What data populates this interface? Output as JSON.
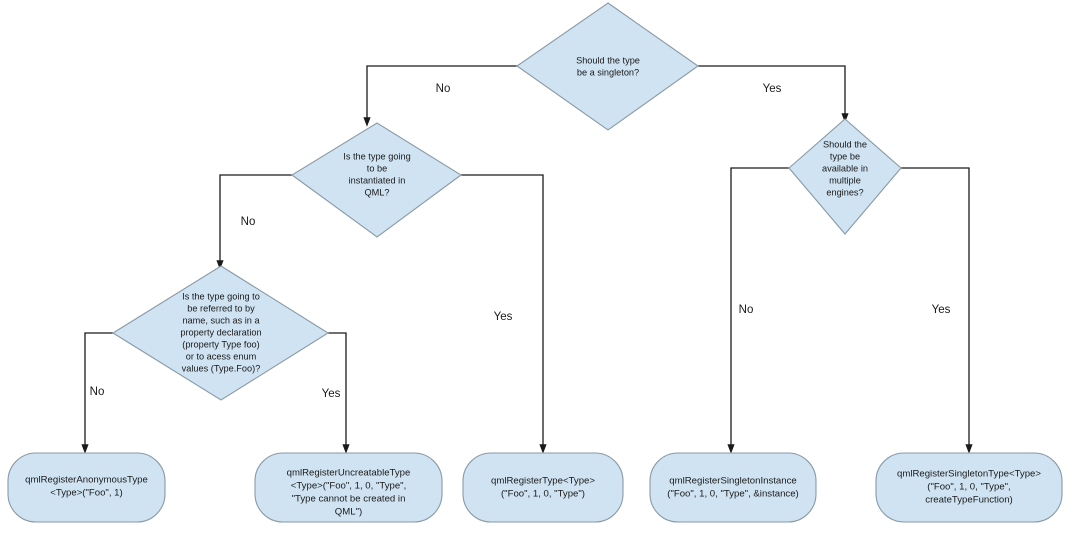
{
  "diagram": {
    "title": "QML type registration decision flowchart",
    "colors": {
      "node_fill": "#cfe3f2",
      "node_stroke": "#8a9aa5",
      "edge_stroke": "#1a1a1a",
      "background": "#ffffff"
    },
    "nodes": {
      "d1": {
        "shape": "diamond",
        "lines": [
          "Should the type",
          "be a singleton?"
        ]
      },
      "d2": {
        "shape": "diamond",
        "lines": [
          "Is the type going",
          "to be",
          "instantiated in",
          "QML?"
        ]
      },
      "d3": {
        "shape": "diamond",
        "lines": [
          "Is the type going to",
          "be referred to by",
          "name, such as in a",
          "property declaration",
          "(property Type foo)",
          "or to acess enum",
          "values (Type.Foo)?"
        ]
      },
      "d4": {
        "shape": "diamond",
        "lines": [
          "Should the",
          "type be",
          "available in",
          "multiple",
          "engines?"
        ]
      },
      "t1": {
        "shape": "terminal",
        "lines": [
          "qmlRegisterAnonymousType",
          "<Type>(\"Foo\", 1)"
        ]
      },
      "t2": {
        "shape": "terminal",
        "lines": [
          "qmlRegisterUncreatableType",
          "<Type>(\"Foo\", 1, 0, \"Type\",",
          "\"Type cannot be created in",
          "QML\")"
        ]
      },
      "t3": {
        "shape": "terminal",
        "lines": [
          "qmlRegisterType<Type>",
          "(\"Foo\", 1, 0, \"Type\")"
        ]
      },
      "t4": {
        "shape": "terminal",
        "lines": [
          "qmlRegisterSingletonInstance",
          "(\"Foo\", 1, 0, \"Type\", &instance)"
        ]
      },
      "t5": {
        "shape": "terminal",
        "lines": [
          "qmlRegisterSingletonType<Type>",
          "(\"Foo\", 1, 0, \"Type\",",
          "createTypeFunction)"
        ]
      }
    },
    "edge_labels": {
      "e1": "No",
      "e2": "Yes",
      "e3": "No",
      "e4": "Yes",
      "e5": "No",
      "e6": "Yes",
      "e7": "No",
      "e8": "Yes"
    }
  }
}
